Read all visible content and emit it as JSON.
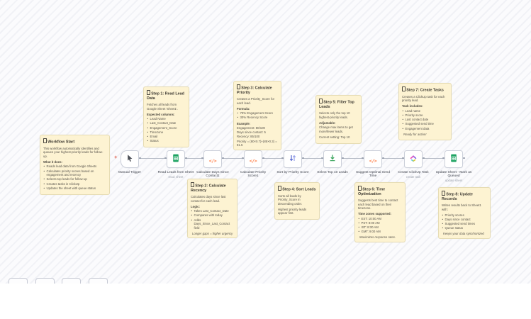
{
  "canvas": {
    "add_marker": "+",
    "controls": [
      {
        "name": "zoom-in-button"
      },
      {
        "name": "zoom-out-button"
      },
      {
        "name": "fit-view-button"
      },
      {
        "name": "reset-zoom-button"
      }
    ]
  },
  "colors": {
    "sticky_bg": "#fdf3d2",
    "canvas_bg": "#fbfbfd",
    "code_icon_orange": "#ff7d45",
    "sheets_green": "#1ea362",
    "sort_blue": "#5868cf",
    "limit_green": "#3ba55d",
    "add_marker_red": "#e0523e"
  },
  "nodes": [
    {
      "label": "Manual Trigger",
      "icon": "cursor-icon",
      "trigger": true
    },
    {
      "label": "Read Leads from Sheet",
      "sublabel": "read: sheet",
      "icon": "google-sheets-icon"
    },
    {
      "label": "Calculate Days Since Contact1",
      "icon": "code-icon"
    },
    {
      "label": "Calculate Priority Score1",
      "icon": "code-icon"
    },
    {
      "label": "Sort by Priority Score",
      "icon": "sort-icon"
    },
    {
      "label": "Select Top 10 Leads",
      "icon": "limit-icon"
    },
    {
      "label": "Suggest Optimal Send Time",
      "icon": "code-icon"
    },
    {
      "label": "Create ClickUp Task",
      "sublabel": "create task",
      "icon": "clickup-icon"
    },
    {
      "label": "Update Sheet - Mark as Queued",
      "sublabel": "update sheet",
      "icon": "google-sheets-icon"
    }
  ],
  "notes": [
    {
      "title": "Workflow Start",
      "blocks": [
        {
          "t": "p",
          "text": "This workflow automatically identifies and queues your highest-priority leads for follow-up."
        },
        {
          "t": "b",
          "text": "What it does:"
        },
        {
          "t": "ul",
          "items": [
            "Reads lead data from Google Sheets",
            "Calculates priority scores based on engagement and recency",
            "Selects top leads for follow-up",
            "Creates tasks in ClickUp",
            "Updates the sheet with queue status"
          ]
        }
      ]
    },
    {
      "title": "Step 1: Read Lead Data",
      "blocks": [
        {
          "t": "p",
          "text": "Fetches all leads from Google Sheet 'Sheet1'."
        },
        {
          "t": "b",
          "text": "Expected columns:"
        },
        {
          "t": "ul",
          "items": [
            "Lead Name",
            "Last_Contact_Date",
            "Engagement_Score",
            "Timezone",
            "Email",
            "Status"
          ]
        }
      ]
    },
    {
      "title": "Step 2: Calculate Recency",
      "blocks": [
        {
          "t": "p",
          "text": "Calculates days since last contact for each lead."
        },
        {
          "t": "b",
          "text": "Logic:"
        },
        {
          "t": "ul",
          "items": [
            "Takes Last_Contact_Date",
            "Compares with today",
            "Adds Days_Since_Last_Contact field"
          ]
        },
        {
          "t": "i",
          "text": "Longer gaps = higher urgency"
        }
      ]
    },
    {
      "title": "Step 3: Calculate Priority",
      "blocks": [
        {
          "t": "p",
          "text": "Creates a Priority_Score for each lead."
        },
        {
          "t": "b",
          "text": "Formula:"
        },
        {
          "t": "ul",
          "items": [
            "70% Engagement Score",
            "30% Recency Score"
          ]
        },
        {
          "t": "b",
          "text": "Example:"
        },
        {
          "t": "lines",
          "lines": [
            "Engagement: 80/100",
            "Days since contact: 5",
            "Recency: 85/100",
            "Priority = (80×0.7)+(85×0.3) = 81.5"
          ]
        }
      ]
    },
    {
      "title": "Step 4: Sort Leads",
      "blocks": [
        {
          "t": "p",
          "text": "Sorts all leads by Priority_Score in descending order."
        },
        {
          "t": "p",
          "text": "Highest priority leads appear first."
        }
      ]
    },
    {
      "title": "Step 5: Filter Top Leads",
      "blocks": [
        {
          "t": "p",
          "text": "Selects only the top 10 highest-priority leads."
        },
        {
          "t": "b",
          "text": "Adjustable:"
        },
        {
          "t": "p",
          "text": "Change max items to get more/fewer leads."
        },
        {
          "t": "p",
          "text": "Current setting: Top 10"
        }
      ]
    },
    {
      "title": "Step 6: Time Optimization",
      "blocks": [
        {
          "t": "p",
          "text": "Suggests best time to contact each lead based on their timezone."
        },
        {
          "t": "b",
          "text": "Time zones supported:"
        },
        {
          "t": "ul",
          "items": [
            "EST: 10:00 AM",
            "PST: 8:00 AM",
            "IST: 8:30 AM",
            "GMT: 9:00 AM"
          ]
        },
        {
          "t": "i",
          "text": "Maximizes response rates."
        }
      ]
    },
    {
      "title": "Step 7: Create Tasks",
      "blocks": [
        {
          "t": "p",
          "text": "Creates a ClickUp task for each priority lead."
        },
        {
          "t": "b",
          "text": "Task includes:"
        },
        {
          "t": "ul",
          "items": [
            "Lead name",
            "Priority score",
            "Last contact date",
            "Suggested send time",
            "Engagement data"
          ]
        },
        {
          "t": "i",
          "text": "Ready for action!"
        }
      ]
    },
    {
      "title": "Step 8: Update Records",
      "blocks": [
        {
          "t": "p",
          "text": "Writes results back to Sheet1 with:"
        },
        {
          "t": "ul",
          "items": [
            "Priority scores",
            "Days since contact",
            "Suggested send times",
            "Queue status"
          ]
        },
        {
          "t": "i",
          "text": "Keeps your data synchronized"
        }
      ]
    }
  ]
}
